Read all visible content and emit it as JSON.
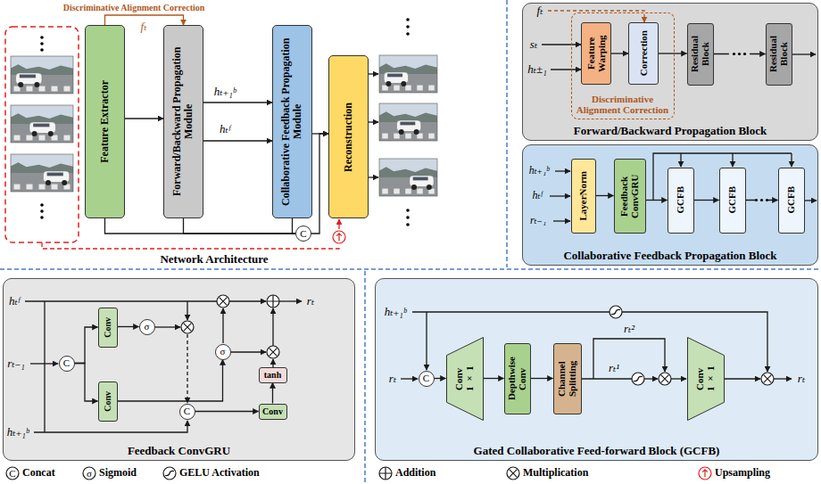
{
  "diagram": {
    "nodes": [
      {
        "text": [
          "Feature Extractor"
        ]
      },
      {
        "text": [
          "Forward/Backward Propagation Module"
        ]
      },
      {
        "text": [
          "Collaborative Feedback Propagation Module"
        ]
      },
      {
        "text": [
          "Reconstruction"
        ]
      },
      {
        "text": [
          "C"
        ]
      },
      {
        "text": [
          "Forward/Backward Propagation Block"
        ]
      },
      {
        "text": [
          "Discriminative Alignment Correction"
        ],
        "in": 5
      },
      {
        "text": [
          "Feature Warping"
        ],
        "in": 6
      },
      {
        "text": [
          "Correction"
        ],
        "in": 6
      },
      {
        "text": [
          "Residual Block"
        ],
        "in": 5
      },
      {
        "text": [
          "Residual Block"
        ],
        "in": 5
      },
      {
        "text": [
          "Collaborative Feedback Propagation Block"
        ]
      },
      {
        "text": [
          "LayerNorm"
        ],
        "in": 11
      },
      {
        "text": [
          "Feedback ConvGRU"
        ],
        "in": 11
      },
      {
        "text": [
          "GCFB"
        ],
        "in": 11
      },
      {
        "text": [
          "GCFB"
        ],
        "in": 11
      },
      {
        "text": [
          "GCFB"
        ],
        "in": 11
      },
      {
        "text": [
          "Feedback ConvGRU"
        ]
      },
      {
        "text": [
          "C"
        ],
        "in": 17
      },
      {
        "text": [
          "Conv"
        ],
        "in": 17
      },
      {
        "text": [
          "Conv"
        ],
        "in": 17
      },
      {
        "text": [
          "σ"
        ],
        "in": 17
      },
      {
        "text": [
          "σ"
        ],
        "in": 17
      },
      {
        "text": [
          "tanh"
        ],
        "in": 17
      },
      {
        "text": [
          "C"
        ],
        "in": 17
      },
      {
        "text": [
          "Conv"
        ],
        "in": 17
      },
      {
        "text": [
          "Gated Collaborative Feed-forward Block (GCFB)"
        ]
      },
      {
        "text": [
          "C"
        ],
        "in": 26
      },
      {
        "text": [
          "Conv 1 × 1"
        ],
        "in": 26
      },
      {
        "text": [
          "Depthwise Conv"
        ],
        "in": 26
      },
      {
        "text": [
          "Channel Splitting"
        ],
        "in": 26
      },
      {
        "text": [
          "Conv 1 × 1"
        ],
        "in": 26
      }
    ],
    "edges": [
      {
        "from": 0,
        "to": 1,
        "arrow": "to"
      },
      {
        "from": 0,
        "to": 1,
        "arrow": "to",
        "label": "Discriminative Alignment Correction"
      },
      {
        "from": 1,
        "to": 2,
        "arrow": "to",
        "label": "hₜ₊₁ᵇ"
      },
      {
        "from": 1,
        "to": 2,
        "arrow": "to",
        "label": "hₜᶠ"
      },
      {
        "from": 2,
        "to": 3,
        "arrow": "to"
      },
      {
        "from": 0,
        "to": 4,
        "arrow": "none"
      },
      {
        "from": 1,
        "to": 4,
        "arrow": "none"
      },
      {
        "from": 2,
        "to": 4,
        "arrow": "none"
      },
      {
        "from": 4,
        "to": 3,
        "arrow": "to"
      },
      {
        "from": 7,
        "to": 8,
        "arrow": "to"
      },
      {
        "from": 8,
        "to": 9,
        "arrow": "to"
      },
      {
        "from": 9,
        "to": 10,
        "arrow": "to"
      },
      {
        "from": 12,
        "to": 13,
        "arrow": "to"
      },
      {
        "from": 13,
        "to": 14,
        "arrow": "to"
      },
      {
        "from": 14,
        "to": 15,
        "arrow": "to"
      },
      {
        "from": 15,
        "to": 16,
        "arrow": "to"
      },
      {
        "from": 18,
        "to": 19,
        "arrow": "to"
      },
      {
        "from": 18,
        "to": 20,
        "arrow": "to"
      },
      {
        "from": 19,
        "to": 21,
        "arrow": "to"
      },
      {
        "from": 20,
        "to": 22,
        "arrow": "to"
      },
      {
        "from": 24,
        "to": 25,
        "arrow": "to"
      },
      {
        "from": 25,
        "to": 23,
        "arrow": "to"
      },
      {
        "from": 27,
        "to": 28,
        "arrow": "to"
      },
      {
        "from": 28,
        "to": 29,
        "arrow": "to"
      },
      {
        "from": 29,
        "to": 30,
        "arrow": "to"
      }
    ],
    "labels": [
      "fₜ",
      "Network Architecture",
      "fₜ",
      "sₜ",
      "hₜ±₁",
      "hₜ₊₁ᵇ",
      "hₜᶠ",
      "rₜ₋₁",
      "hₜᶠ",
      "rₜ₋₁",
      "hₜ₊₁ᵇ",
      "rₜ",
      "hₜ₊₁ᵇ",
      "rₜ",
      "rₜ²",
      "rₜ¹",
      "rₜ",
      "C",
      "σ"
    ],
    "legend": [
      {
        "text": "Concat"
      },
      {
        "text": "Sigmoid"
      },
      {
        "text": "GELU Activation"
      },
      {
        "text": "Addition"
      },
      {
        "text": "Multiplication"
      },
      {
        "text": "Upsampling"
      }
    ]
  }
}
